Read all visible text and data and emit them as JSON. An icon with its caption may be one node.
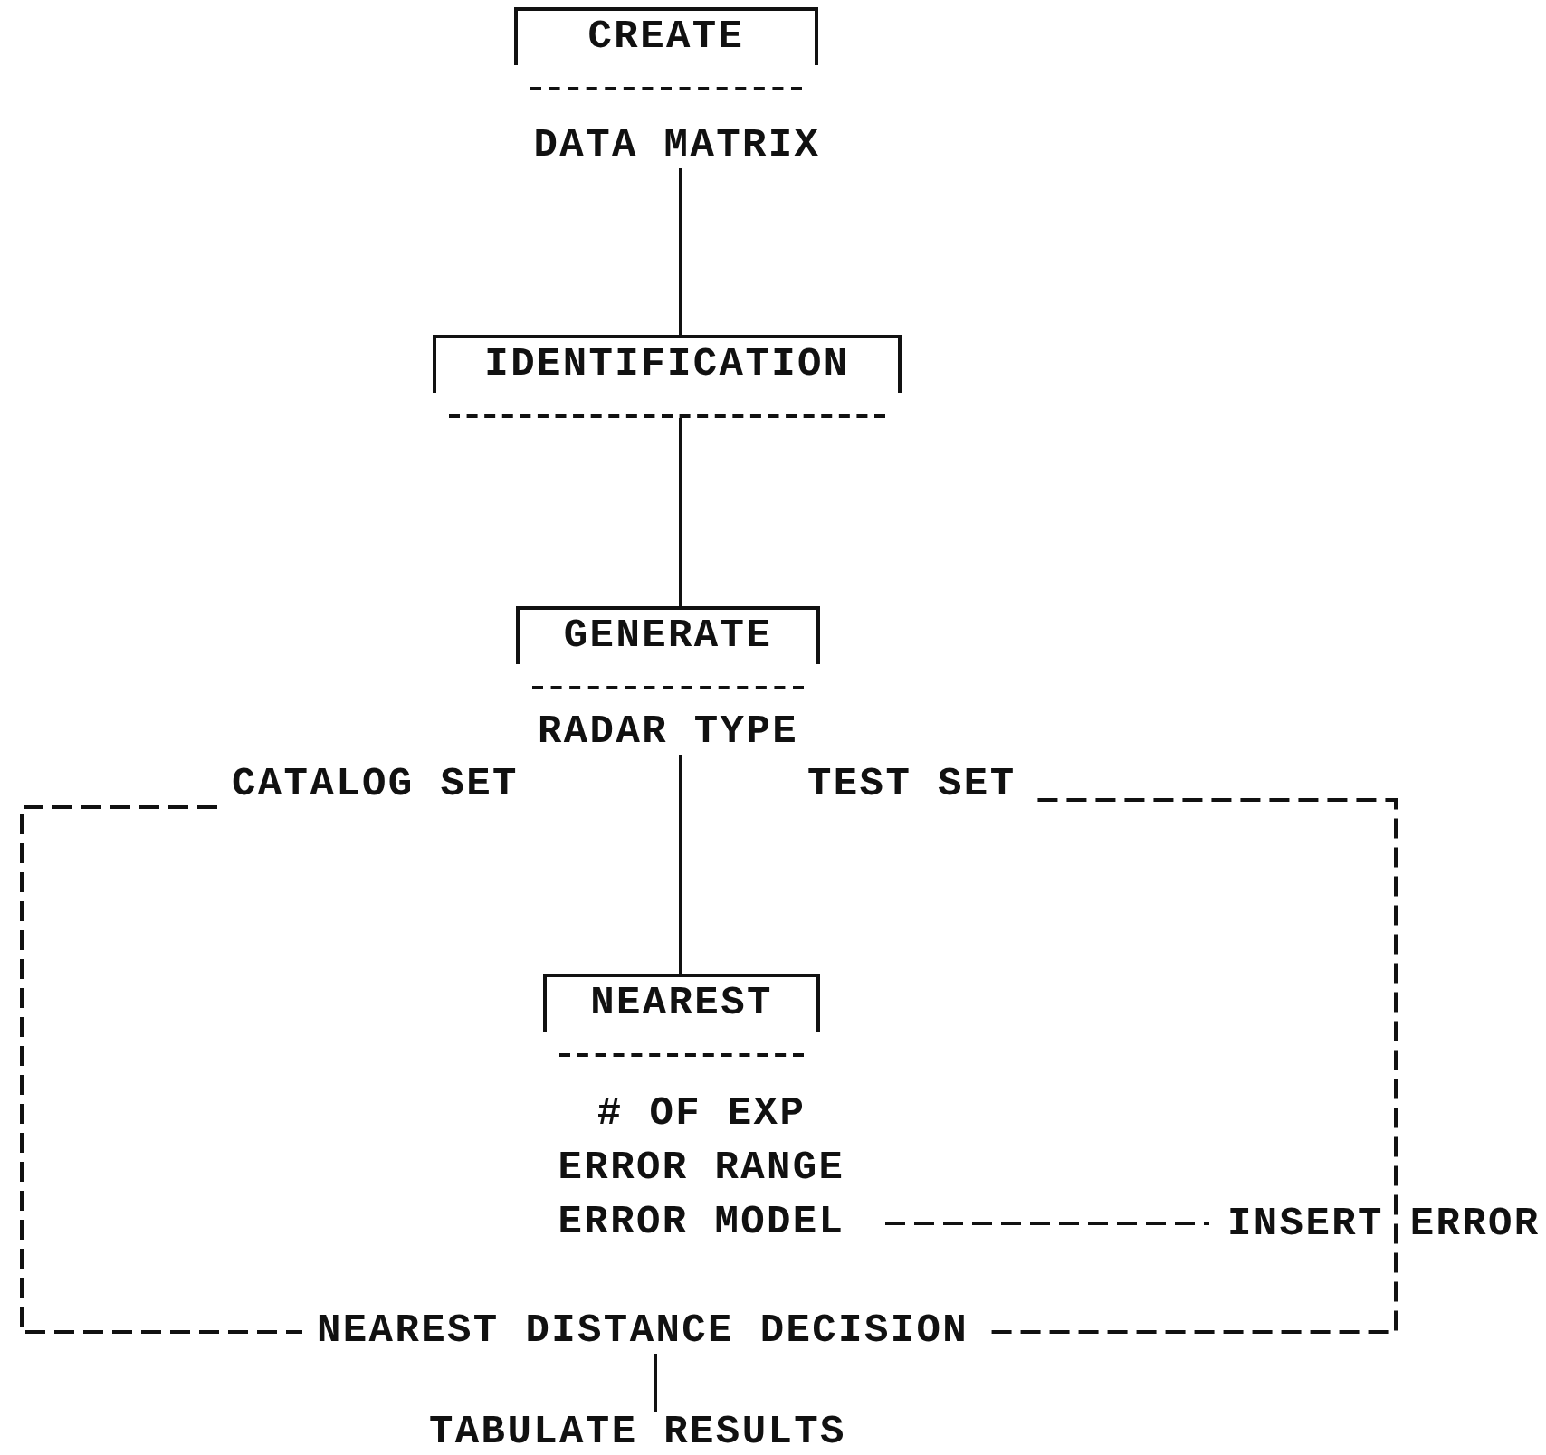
{
  "diagram": {
    "nodes": [
      {
        "text": [
          "CREATE"
        ],
        "beside": [
          "DATA MATRIX"
        ]
      },
      {
        "text": [
          "IDENTIFICATION"
        ]
      },
      {
        "text": [
          "GENERATE"
        ],
        "beside": [
          "RADAR TYPE"
        ]
      },
      {
        "text": [
          "CATALOG SET"
        ]
      },
      {
        "text": [
          "TEST SET"
        ]
      },
      {
        "text": [
          "NEAREST"
        ],
        "beside": [
          "# OF EXP",
          "ERROR RANGE",
          "ERROR MODEL"
        ]
      },
      {
        "text": [
          "INSERT ERROR"
        ]
      },
      {
        "text": [
          "NEAREST DISTANCE DECISION"
        ]
      },
      {
        "text": [
          "TABULATE RESULTS"
        ]
      }
    ],
    "edges": [
      {
        "from": 0,
        "to": 1,
        "arrow": "none"
      },
      {
        "from": 1,
        "to": 2,
        "arrow": "none"
      },
      {
        "from": 2,
        "to": 5,
        "arrow": "none"
      },
      {
        "from": 3,
        "to": 7,
        "arrow": "none",
        "style": "dashed"
      },
      {
        "from": 4,
        "to": 7,
        "arrow": "none",
        "style": "dashed"
      },
      {
        "from": 5,
        "to": 6,
        "arrow": "none",
        "style": "dashed"
      },
      {
        "from": 7,
        "to": 8,
        "arrow": "none"
      }
    ]
  }
}
